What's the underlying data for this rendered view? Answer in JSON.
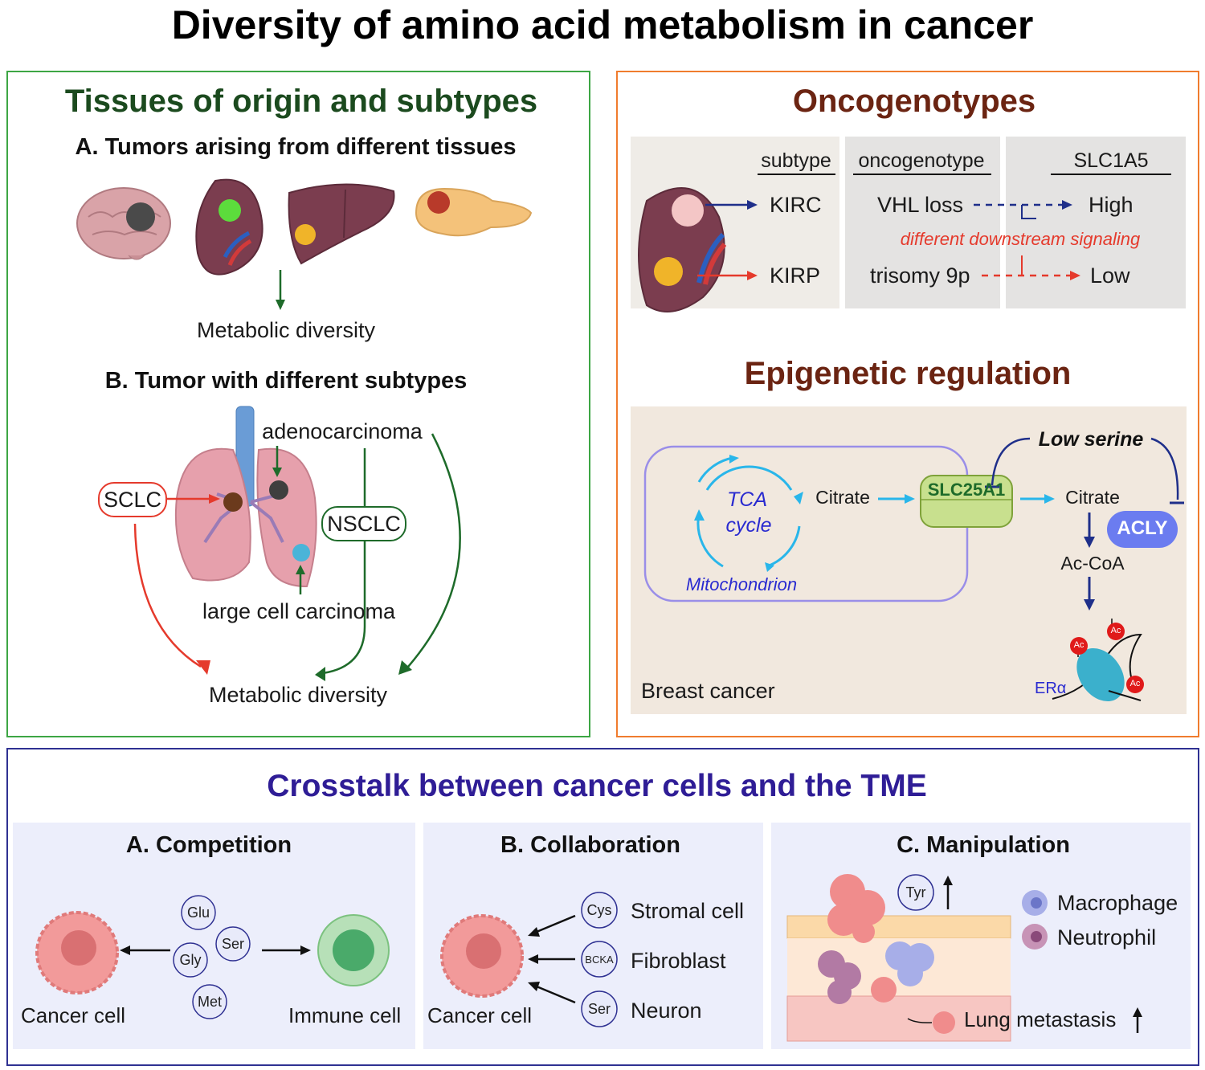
{
  "title": "Diversity of  amino acid metabolism in cancer",
  "tissues": {
    "heading": "Tissues of origin and subtypes",
    "section_a": "A. Tumors arising from different tissues",
    "metabolic_a": "Metabolic diversity",
    "section_b": "B. Tumor with different subtypes",
    "adenocarcinoma": "adenocarcinoma",
    "sclc": "SCLC",
    "nsclc": "NSCLC",
    "large_cell": "large cell carcinoma",
    "metabolic_b": "Metabolic diversity"
  },
  "oncogenotypes": {
    "heading": "Oncogenotypes",
    "col_subtype": "subtype",
    "col_oncogenotype": "oncogenotype",
    "col_slc": "SLC1A5",
    "kirc": "KIRC",
    "kirp": "KIRP",
    "vhl": "VHL loss",
    "trisomy": "trisomy 9p",
    "high": "High",
    "low": "Low",
    "signaling": "different downstream signaling"
  },
  "epigenetic": {
    "heading": "Epigenetic regulation",
    "tca1": "TCA",
    "tca2": "cycle",
    "mitochondrion": "Mitochondrion",
    "citrate1": "Citrate",
    "slc25a1": "SLC25A1",
    "citrate2": "Citrate",
    "low_serine": "Low serine",
    "acly": "ACLY",
    "accoa": "Ac-CoA",
    "ac": "Ac",
    "era": "ERα",
    "breast": "Breast cancer"
  },
  "tme": {
    "heading": "Crosstalk between cancer cells and the TME",
    "competition": {
      "title": "A. Competition",
      "cancer": "Cancer cell",
      "immune": "Immune cell",
      "aa": [
        "Glu",
        "Ser",
        "Gly",
        "Met"
      ]
    },
    "collaboration": {
      "title": "B. Collaboration",
      "cancer": "Cancer cell",
      "rows": [
        {
          "aa": "Cys",
          "cell": "Stromal cell"
        },
        {
          "aa": "BCKA",
          "cell": "Fibroblast"
        },
        {
          "aa": "Ser",
          "cell": "Neuron"
        }
      ]
    },
    "manipulation": {
      "title": "C. Manipulation",
      "tyr": "Tyr",
      "macrophage": "Macrophage",
      "neutrophil": "Neutrophil",
      "lung": "Lung metastasis"
    }
  },
  "colors": {
    "green_border": "#3da644",
    "orange_border": "#f07c2e",
    "blue_border": "#2f3192",
    "red": "#e53a2c",
    "dark_green": "#1e6b2a",
    "navy": "#1f2f8a",
    "cyan": "#29b6ea"
  }
}
